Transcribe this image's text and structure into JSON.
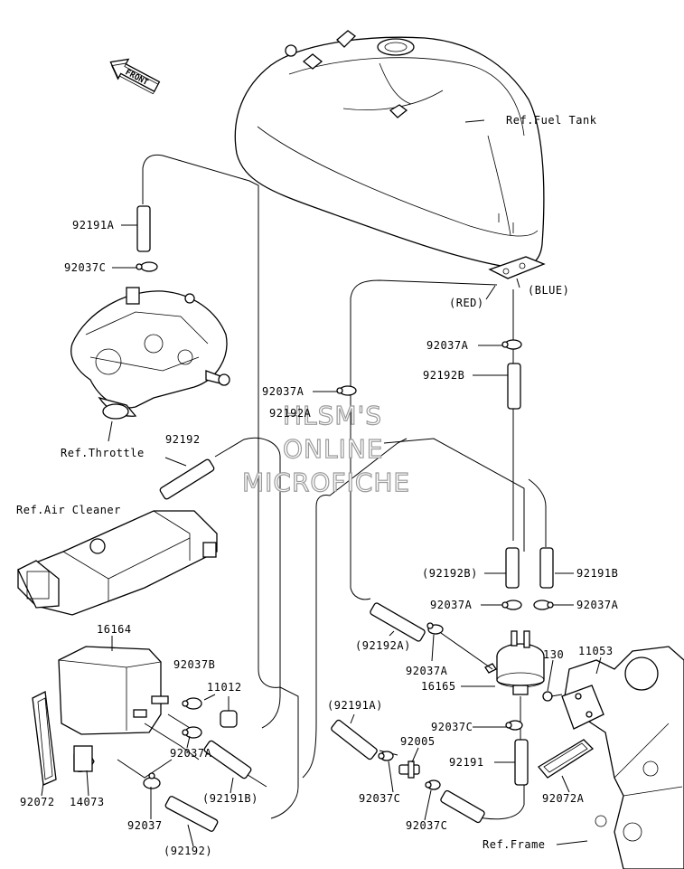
{
  "front_badge": "FRONT",
  "watermark": {
    "line1": "HLSM'S",
    "line2": "ONLINE",
    "line3": "MICROFICHE"
  },
  "labels": {
    "ref_fuel_tank": "Ref.Fuel Tank",
    "l92191A": "92191A",
    "l92037C_top": "92037C",
    "red": "(RED)",
    "blue": "(BLUE)",
    "l92037A_right": "92037A",
    "l92192B": "92192B",
    "l92037A_mid": "92037A",
    "l92192A_mid": "92192A",
    "ref_throttle": "Ref.Throttle",
    "l92192": "92192",
    "ref_air_cleaner": "Ref.Air Cleaner",
    "l92192B_paren": "(92192B)",
    "l92191B": "92191B",
    "l92037A_left2": "92037A",
    "l92037A_right2": "92037A",
    "l16164": "16164",
    "l92192A_paren": "(92192A)",
    "l92037A_filter": "92037A",
    "l130": "130",
    "l11053": "11053",
    "l16165": "16165",
    "l92037B": "92037B",
    "l11012": "11012",
    "l92037C_filter": "92037C",
    "l92191A_paren": "(92191A)",
    "l92005": "92005",
    "l92191": "92191",
    "l92037A_canister": "92037A",
    "l92072": "92072",
    "l14073": "14073",
    "l92191B_paren": "(92191B)",
    "l92037C_low1": "92037C",
    "l92037C_low2": "92037C",
    "l92072A": "92072A",
    "l92037": "92037",
    "l92192_paren": "(92192)",
    "ref_frame": "Ref.Frame"
  }
}
